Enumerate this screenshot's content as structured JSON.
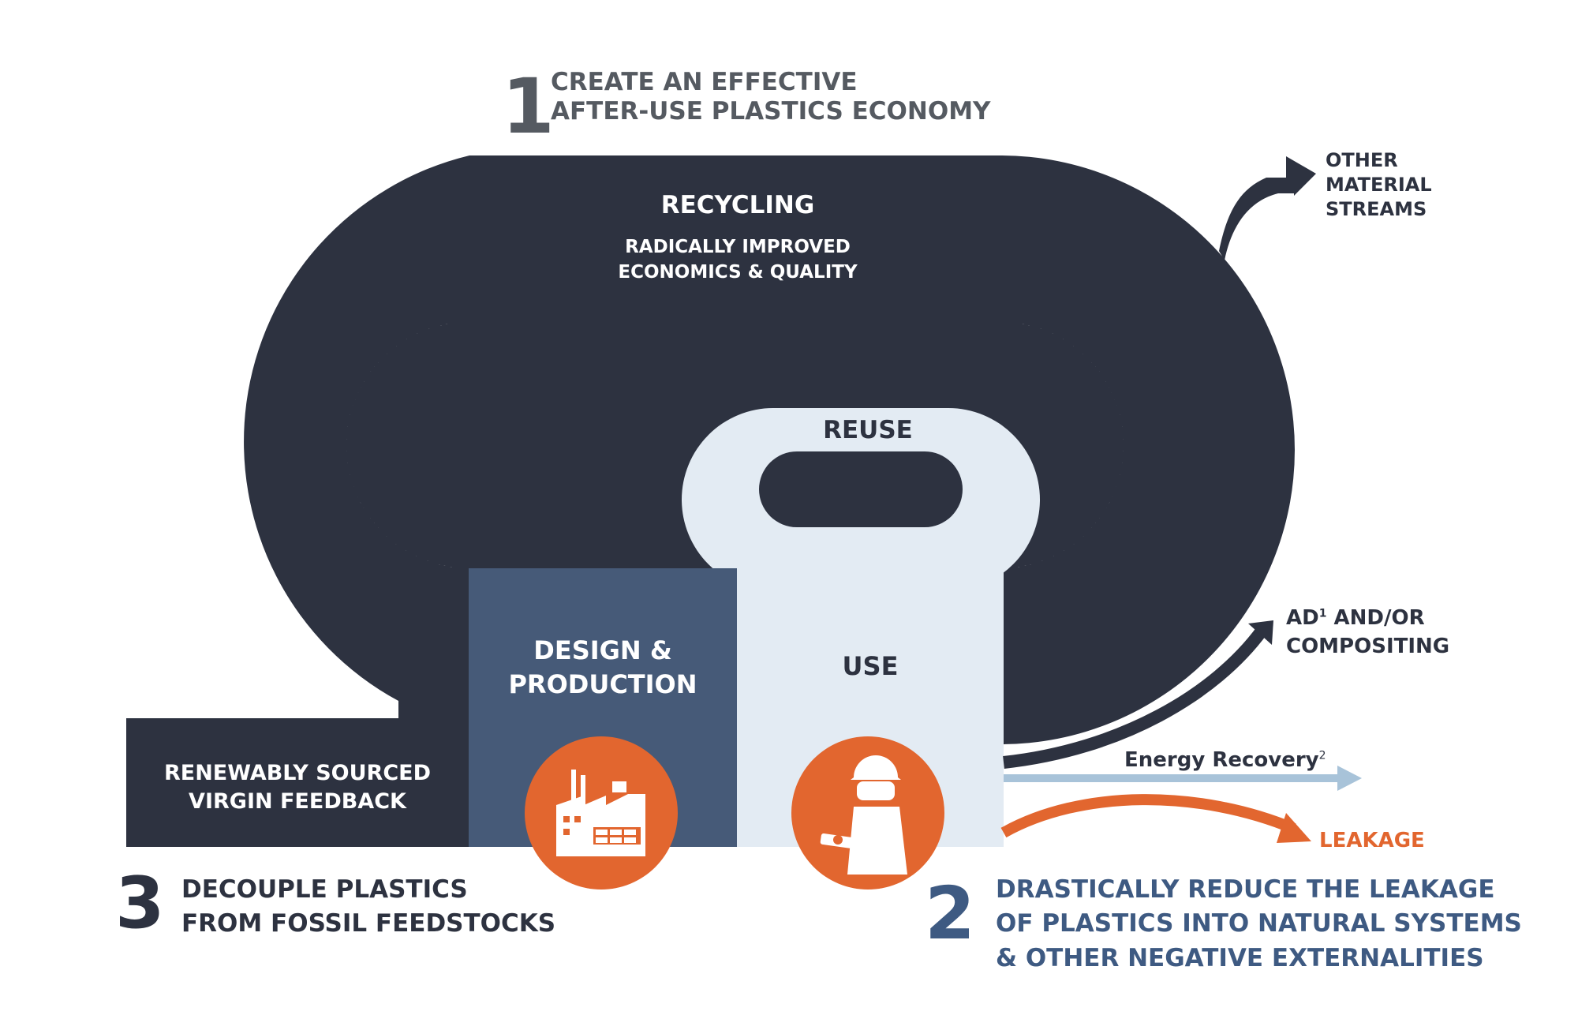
{
  "goals": {
    "goal1": {
      "number": "1",
      "line1": "CREATE AN EFFECTIVE",
      "line2": "AFTER-USE PLASTICS ECONOMY"
    },
    "goal2": {
      "number": "2",
      "line1": "DRASTICALLY REDUCE THE LEAKAGE",
      "line2": "OF PLASTICS INTO NATURAL SYSTEMS",
      "line3": "& OTHER NEGATIVE EXTERNALITIES"
    },
    "goal3": {
      "number": "3",
      "line1": "DECOUPLE PLASTICS",
      "line2": "FROM FOSSIL FEEDSTOCKS"
    }
  },
  "loops": {
    "recycling": {
      "title": "RECYCLING",
      "sub1": "RADICALLY IMPROVED",
      "sub2": "ECONOMICS & QUALITY"
    },
    "reuse": {
      "title": "REUSE"
    }
  },
  "blocks": {
    "renewable": {
      "line1": "RENEWABLY SOURCED",
      "line2": "VIRGIN FEEDBACK"
    },
    "design": {
      "line1": "DESIGN &",
      "line2": "PRODUCTION"
    },
    "use": {
      "title": "USE"
    }
  },
  "outputs": {
    "other": {
      "line1": "OTHER",
      "line2": "MATERIAL",
      "line3": "STREAMS"
    },
    "ad": {
      "prefix": "AD",
      "sup": "1",
      "rest": " AND/OR",
      "line2": "COMPOSITING"
    },
    "energy": {
      "text": "Energy Recovery",
      "sup": "2"
    },
    "leakage": {
      "text": "LEAKAGE"
    }
  },
  "icons": {
    "factory": "factory-icon",
    "worker": "worker-icon"
  },
  "colors": {
    "dark": "#2d3240",
    "design": "#465a78",
    "light": "#e3ebf3",
    "orange": "#e2662f",
    "goal_gray": "#555a61",
    "goal_blue": "#3e5a82",
    "arrow_light": "#a8c3d9"
  }
}
